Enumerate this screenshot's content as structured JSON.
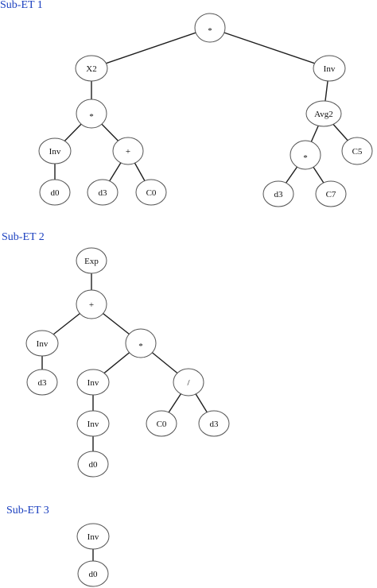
{
  "trees": [
    {
      "id": "sub-et-1",
      "title": "Sub-ET 1",
      "nodes": [
        {
          "id": "a",
          "label": "*"
        },
        {
          "id": "b",
          "label": "X2"
        },
        {
          "id": "c",
          "label": "Inv"
        },
        {
          "id": "d",
          "label": "*"
        },
        {
          "id": "e",
          "label": "Avg2"
        },
        {
          "id": "f",
          "label": "Inv"
        },
        {
          "id": "g",
          "label": "+"
        },
        {
          "id": "h",
          "label": "*"
        },
        {
          "id": "i",
          "label": "C5"
        },
        {
          "id": "j",
          "label": "d0"
        },
        {
          "id": "k",
          "label": "d3"
        },
        {
          "id": "l",
          "label": "C0"
        },
        {
          "id": "m",
          "label": "d3"
        },
        {
          "id": "n",
          "label": "C7"
        }
      ],
      "edges": [
        [
          "a",
          "b"
        ],
        [
          "a",
          "c"
        ],
        [
          "b",
          "d"
        ],
        [
          "c",
          "e"
        ],
        [
          "d",
          "f"
        ],
        [
          "d",
          "g"
        ],
        [
          "e",
          "h"
        ],
        [
          "e",
          "i"
        ],
        [
          "f",
          "j"
        ],
        [
          "g",
          "k"
        ],
        [
          "g",
          "l"
        ],
        [
          "h",
          "m"
        ],
        [
          "h",
          "n"
        ]
      ]
    },
    {
      "id": "sub-et-2",
      "title": "Sub-ET 2",
      "nodes": [
        {
          "id": "a",
          "label": "Exp"
        },
        {
          "id": "b",
          "label": "+"
        },
        {
          "id": "c",
          "label": "Inv"
        },
        {
          "id": "d",
          "label": "*"
        },
        {
          "id": "e",
          "label": "d3"
        },
        {
          "id": "f",
          "label": "Inv"
        },
        {
          "id": "g",
          "label": "/"
        },
        {
          "id": "h",
          "label": "Inv"
        },
        {
          "id": "i",
          "label": "C0"
        },
        {
          "id": "j",
          "label": "d3"
        },
        {
          "id": "k",
          "label": "d0"
        }
      ],
      "edges": [
        [
          "a",
          "b"
        ],
        [
          "b",
          "c"
        ],
        [
          "b",
          "d"
        ],
        [
          "c",
          "e"
        ],
        [
          "d",
          "f"
        ],
        [
          "d",
          "g"
        ],
        [
          "f",
          "h"
        ],
        [
          "g",
          "i"
        ],
        [
          "g",
          "j"
        ],
        [
          "h",
          "k"
        ]
      ]
    },
    {
      "id": "sub-et-3",
      "title": "Sub-ET 3",
      "nodes": [
        {
          "id": "a",
          "label": "Inv"
        },
        {
          "id": "b",
          "label": "d0"
        }
      ],
      "edges": [
        [
          "a",
          "b"
        ]
      ]
    }
  ]
}
